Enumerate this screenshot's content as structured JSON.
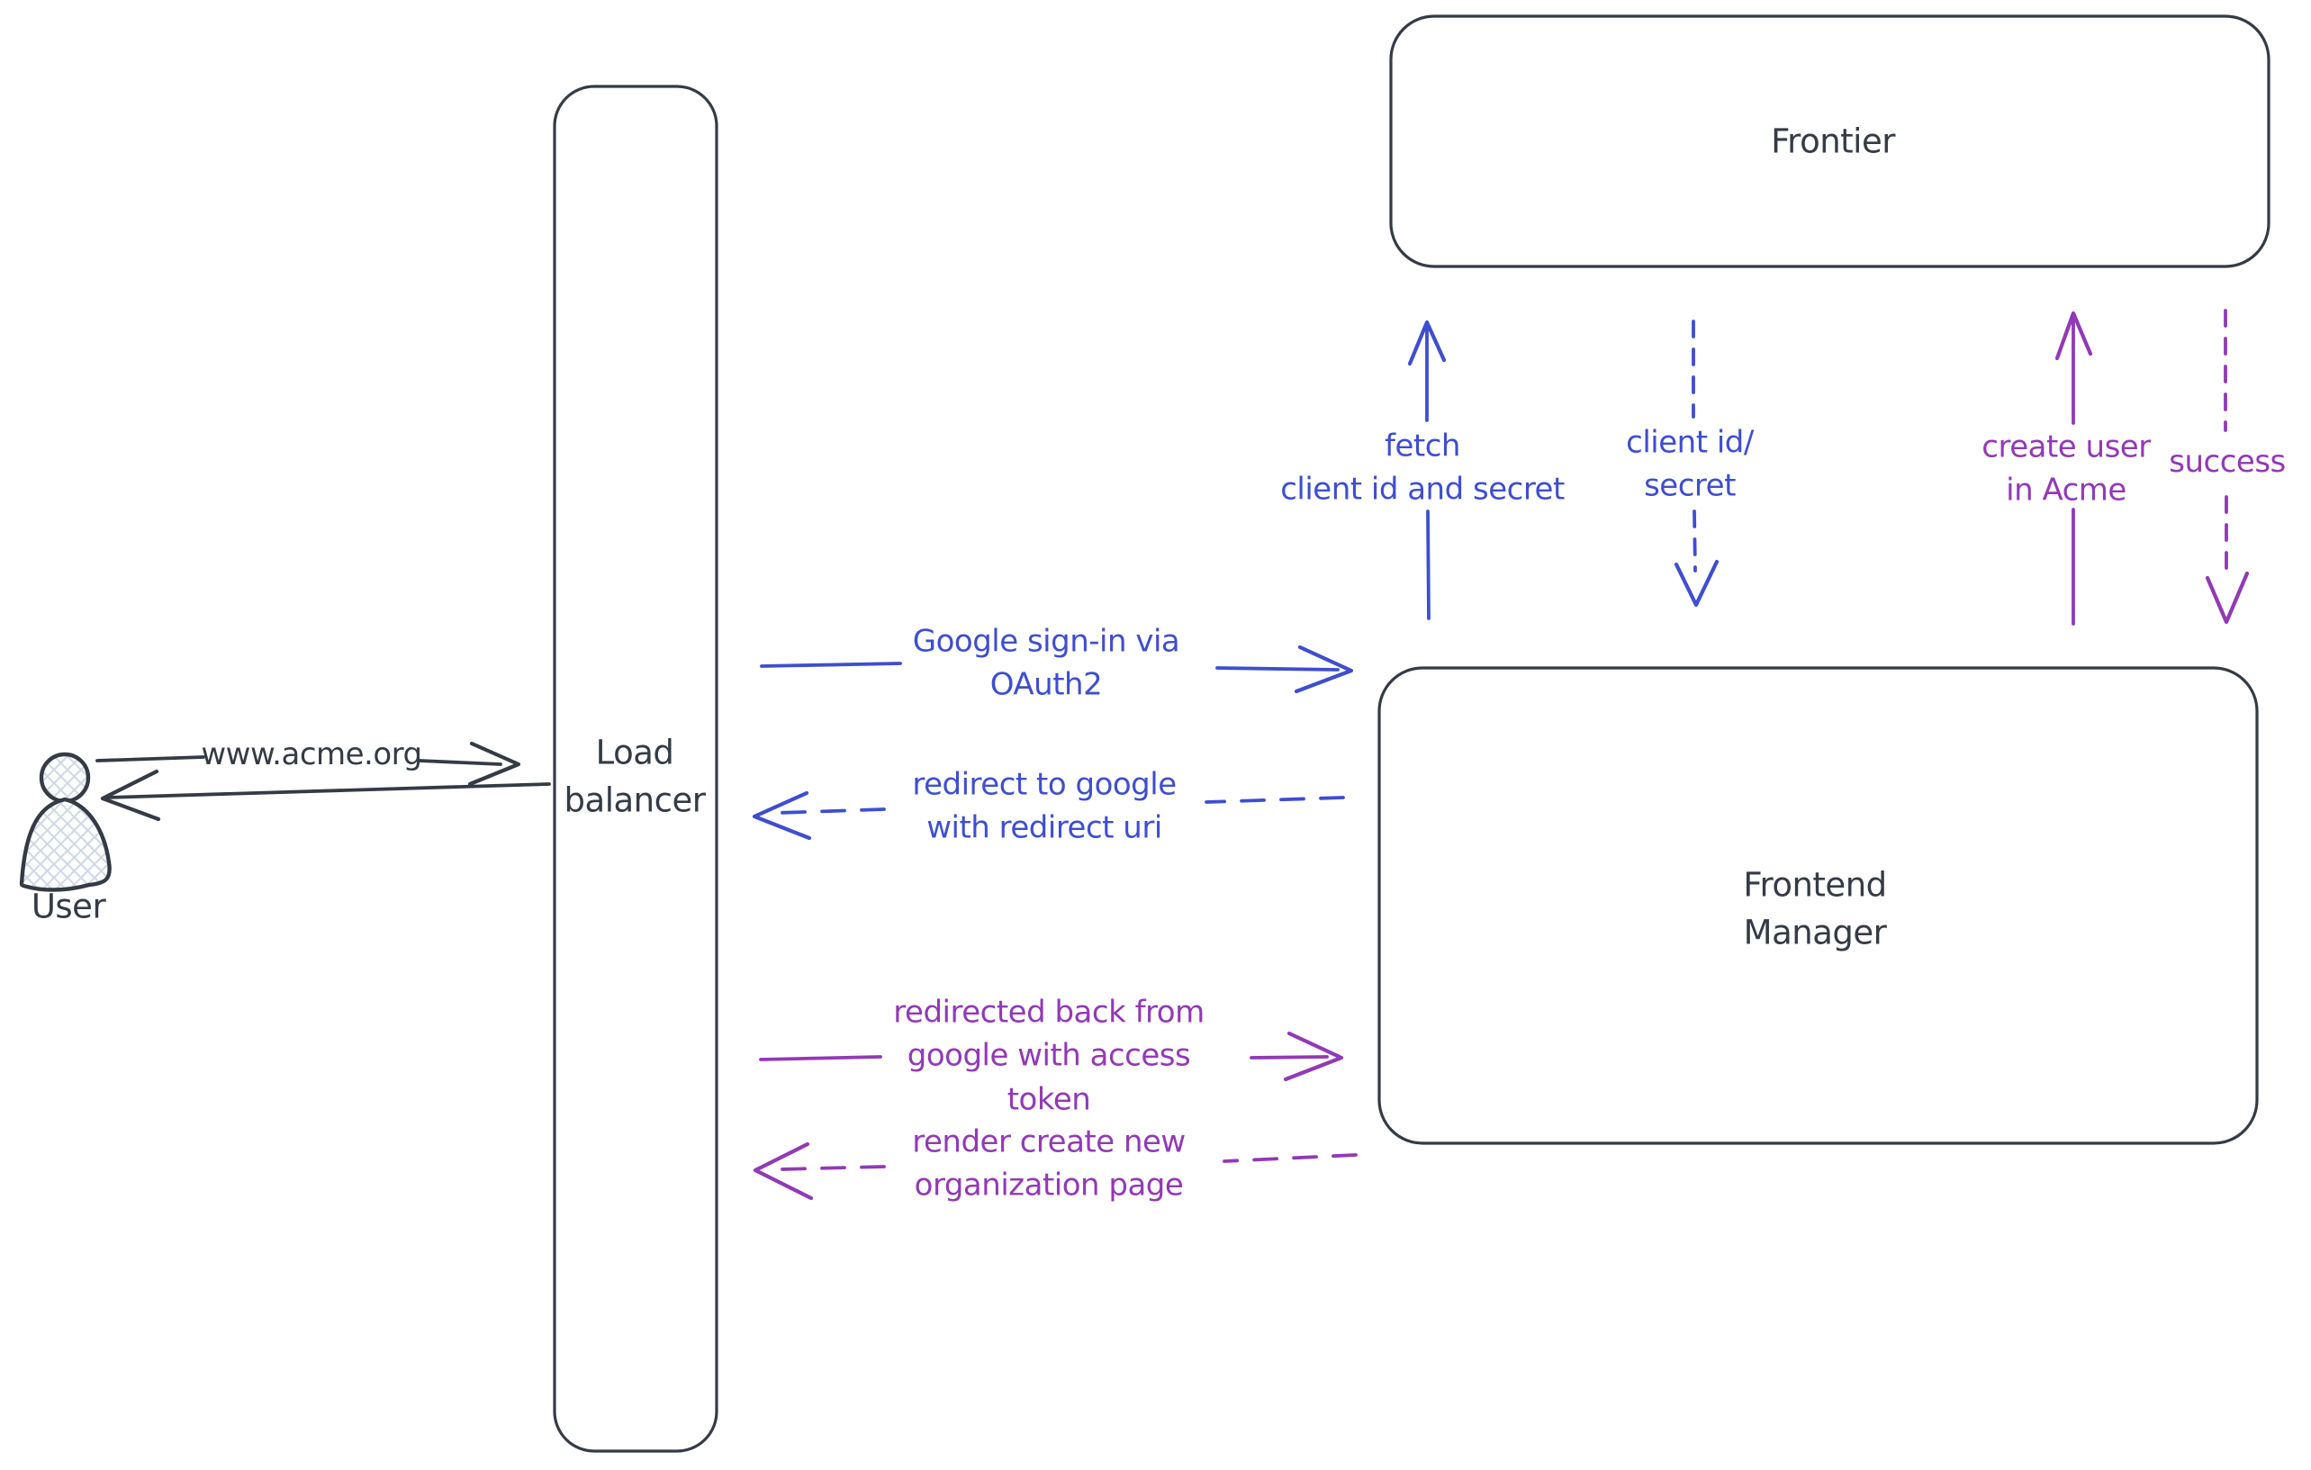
{
  "colors": {
    "ink": "#343b45",
    "blue": "#3e4ecf",
    "purple": "#9239b6",
    "hatch": "#cfd8e3"
  },
  "nodes": {
    "user": {
      "label": "User"
    },
    "load_balancer": {
      "label": "Load\nbalancer"
    },
    "frontier": {
      "label": "Frontier"
    },
    "frontend_manager": {
      "label": "Frontend\nManager"
    }
  },
  "edges": {
    "www_acme": {
      "label": "www.acme.org",
      "from": "user",
      "to": "load_balancer",
      "style": "solid",
      "color": "ink",
      "direction": "right"
    },
    "reply_to_user": {
      "label": "",
      "from": "load_balancer",
      "to": "user",
      "style": "solid",
      "color": "ink",
      "direction": "left"
    },
    "google_signin": {
      "label": "Google sign-in via\nOAuth2",
      "from": "load_balancer",
      "to": "frontend_manager",
      "style": "solid",
      "color": "blue",
      "direction": "right"
    },
    "redirect_to_google": {
      "label": "redirect to google\nwith redirect uri",
      "from": "frontend_manager",
      "to": "load_balancer",
      "style": "dashed",
      "color": "blue",
      "direction": "left"
    },
    "fetch_client_secret": {
      "label": "fetch\nclient id and secret",
      "from": "frontend_manager",
      "to": "frontier",
      "style": "solid",
      "color": "blue",
      "direction": "up"
    },
    "client_id_secret": {
      "label": "client id/\nsecret",
      "from": "frontier",
      "to": "frontend_manager",
      "style": "dashed",
      "color": "blue",
      "direction": "down"
    },
    "create_user": {
      "label": "create user\nin Acme",
      "from": "frontend_manager",
      "to": "frontier",
      "style": "solid",
      "color": "purple",
      "direction": "up"
    },
    "success": {
      "label": "success",
      "from": "frontier",
      "to": "frontend_manager",
      "style": "dashed",
      "color": "purple",
      "direction": "down"
    },
    "redirected_back": {
      "label": "redirected back from\ngoogle with access\ntoken",
      "from": "load_balancer",
      "to": "frontend_manager",
      "style": "solid",
      "color": "purple",
      "direction": "right"
    },
    "render_org_page": {
      "label": "render create new\norganization page",
      "from": "frontend_manager",
      "to": "load_balancer",
      "style": "dashed",
      "color": "purple",
      "direction": "left"
    }
  }
}
